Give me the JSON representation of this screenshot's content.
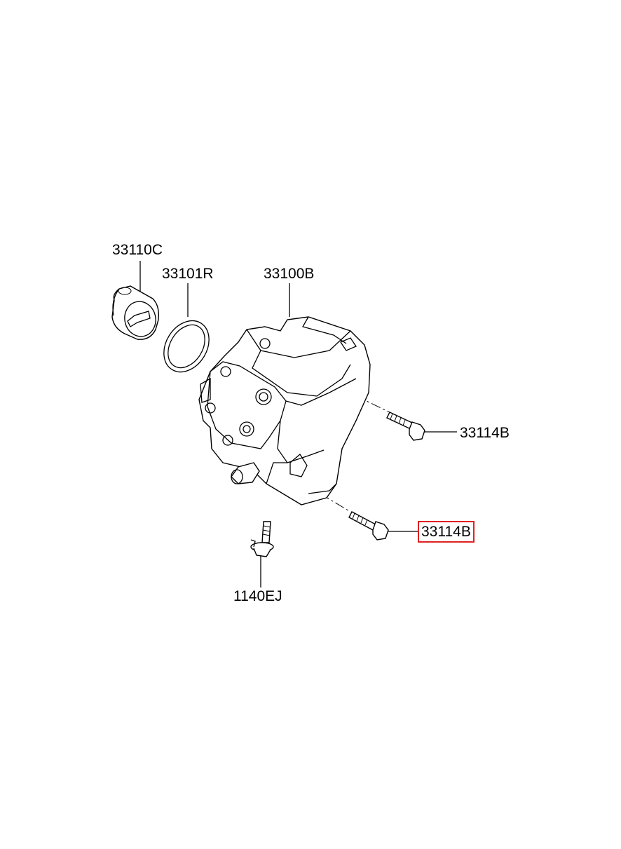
{
  "parts": {
    "coupling": "33110C",
    "oring": "33101R",
    "pump": "33100B",
    "bolt_upper": "33114B",
    "bolt_lower": "33114B",
    "bolt_bottom": "1140EJ"
  },
  "highlight": {
    "part": "bolt_lower",
    "color": "#e02020"
  }
}
